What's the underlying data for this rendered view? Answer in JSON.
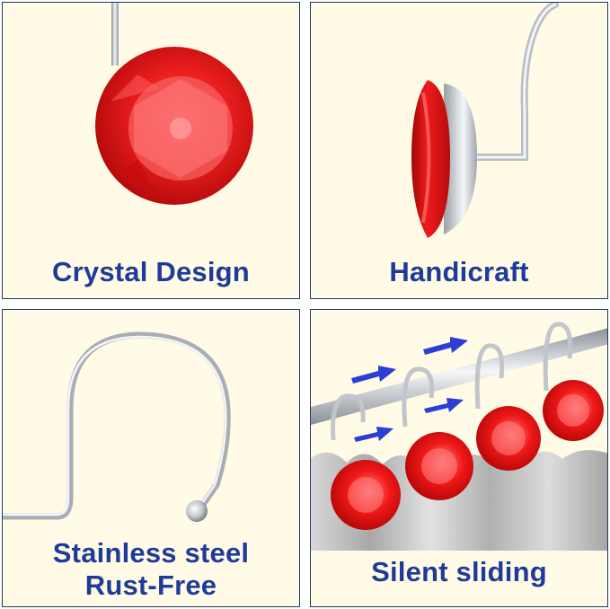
{
  "panels": [
    {
      "caption": "Crystal Design"
    },
    {
      "caption": "Handicraft"
    },
    {
      "caption_line1": "Stainless steel",
      "caption_line2": "Rust-Free"
    },
    {
      "caption": "Silent sliding"
    }
  ],
  "colors": {
    "panel_background": "#fffbe6",
    "panel_border": "#1f3a5f",
    "caption_text": "#1f3b99",
    "crystal_red": "#e01010",
    "steel": "#c8ccd2",
    "arrow_blue": "#2b3fd6"
  }
}
